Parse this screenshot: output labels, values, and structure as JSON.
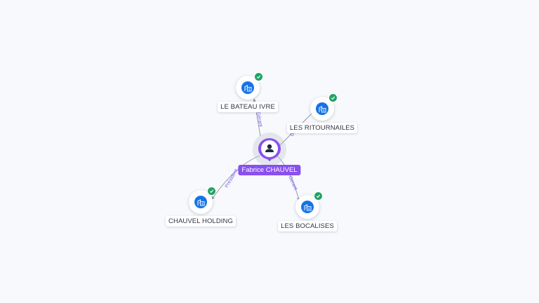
{
  "person": {
    "name": "Fabrice CHAUVEL",
    "icon": "person-icon"
  },
  "companies": [
    {
      "name": "LE BATEAU IVRE",
      "icon": "building-icon",
      "status": "verified",
      "role": "Gérant"
    },
    {
      "name": "LES RITOURNAILES",
      "icon": "building-icon",
      "status": "verified",
      "role": "Gérant"
    },
    {
      "name": "CHAUVEL HOLDING",
      "icon": "building-icon",
      "status": "verified",
      "role": "Président"
    },
    {
      "name": "LES BOCALISES",
      "icon": "building-icon",
      "status": "verified",
      "role": "Gérant"
    }
  ],
  "colors": {
    "person_accent": "#8a4ff0",
    "company_icon": "#1673e6",
    "verified": "#21a366",
    "edge": "#8d94a3",
    "edge_label": "#7b5cf0"
  }
}
